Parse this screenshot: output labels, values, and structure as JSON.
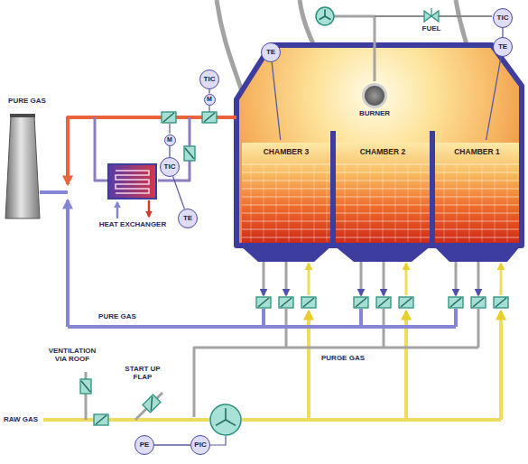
{
  "diagram": {
    "nodes": [
      {
        "text": [
          "TE"
        ]
      },
      {
        "text": [
          "TIC"
        ]
      },
      {
        "text": [
          "TE"
        ]
      },
      {
        "text": [
          "BURNER"
        ]
      },
      {
        "text": [
          "TIC"
        ]
      },
      {
        "text": [
          "M"
        ]
      },
      {
        "text": [
          "M"
        ]
      },
      {
        "text": [
          "TIC"
        ]
      },
      {
        "text": [
          "TE"
        ]
      },
      {
        "text": [
          "HEAT EXCHANGER"
        ]
      },
      {
        "text": [
          "CHAMBER 3"
        ]
      },
      {
        "text": [
          "CHAMBER 2"
        ]
      },
      {
        "text": [
          "CHAMBER 1"
        ]
      },
      {
        "text": [
          "PE"
        ]
      },
      {
        "text": [
          "PIC"
        ]
      }
    ],
    "edges": [
      {
        "from": 0,
        "to": 10,
        "arrow": "none"
      },
      {
        "from": 1,
        "to": 2,
        "arrow": "none"
      },
      {
        "from": 2,
        "to": 12,
        "arrow": "none"
      },
      {
        "from": 4,
        "to": 5,
        "arrow": "none"
      },
      {
        "from": 6,
        "to": 7,
        "arrow": "none"
      },
      {
        "from": 7,
        "to": 8,
        "arrow": "none"
      },
      {
        "from": 13,
        "to": 14,
        "arrow": "none"
      }
    ],
    "labels": [
      "PURE GAS",
      "FUEL",
      "PURE GAS",
      "PURGE GAS",
      "VENTILATION VIA ROOF",
      "START UP FLAP",
      "RAW GAS"
    ]
  }
}
